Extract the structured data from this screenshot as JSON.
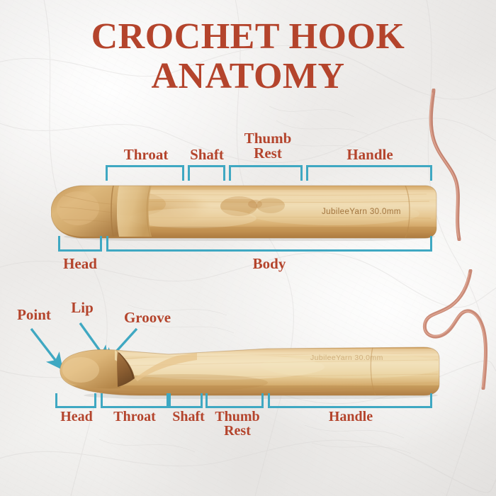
{
  "title": {
    "line1": "CROCHET HOOK",
    "line2": "ANATOMY",
    "color": "#b4442c"
  },
  "theme": {
    "label_color": "#b4442c",
    "bracket_color": "#3fa8c2",
    "arrow_color": "#3fa8c2",
    "yarn_color": "#c98a77",
    "wood_light": "#e8c48a",
    "wood_mid": "#d9ab6a",
    "wood_dark": "#b98a4d",
    "background": "#efeeec"
  },
  "upper_diagram": {
    "view": "back-of-hook",
    "engraving": "JubileeYarn 30.0mm",
    "top_labels": [
      {
        "label": "Throat"
      },
      {
        "label": "Shaft"
      },
      {
        "label": "Thumb Rest",
        "line1": "Thumb",
        "line2": "Rest"
      },
      {
        "label": "Handle"
      }
    ],
    "bottom_labels": [
      {
        "label": "Head"
      },
      {
        "label": "Body"
      }
    ]
  },
  "lower_diagram": {
    "view": "side-of-hook",
    "engraving": "JubileeYarn 30.0mm",
    "callouts": [
      {
        "label": "Point"
      },
      {
        "label": "Lip"
      },
      {
        "label": "Groove"
      }
    ],
    "bottom_labels": [
      {
        "label": "Head"
      },
      {
        "label": "Throat"
      },
      {
        "label": "Shaft"
      },
      {
        "label": "Thumb Rest",
        "line1": "Thumb",
        "line2": "Rest"
      },
      {
        "label": "Handle"
      }
    ]
  }
}
